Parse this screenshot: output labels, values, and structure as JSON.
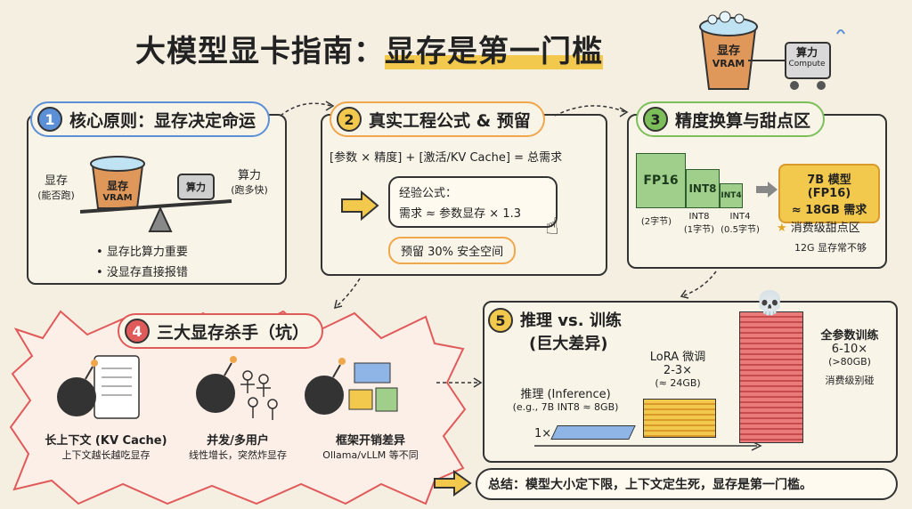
{
  "title": {
    "part1": "大模型显卡指南：",
    "part2": "显存是第一门槛"
  },
  "mascot": {
    "bucket_label": "显存",
    "bucket_sub": "VRAM",
    "box_label": "算力",
    "box_sub": "Compute"
  },
  "sec1": {
    "num": "1",
    "heading": "核心原则：显存决定命运",
    "left_label": "显存",
    "left_sub": "(能否跑)",
    "bucket_label": "显存",
    "bucket_sub": "VRAM",
    "box_label": "算力",
    "right_label": "算力",
    "right_sub": "(跑多快)",
    "bullets": [
      "显存比算力重要",
      "没显存直接报错"
    ]
  },
  "sec2": {
    "num": "2",
    "heading": "真实工程公式 & 预留",
    "formula": "[参数 × 精度] + [激活/KV Cache] = 总需求",
    "rule_title": "经验公式：",
    "rule_body": "需求 ≈ 参数显存 × 1.3",
    "reserve": "预留 30% 安全空间"
  },
  "sec3": {
    "num": "3",
    "heading": "精度换算与甜点区",
    "cubes": [
      {
        "name": "FP16",
        "bytes": "(2字节)"
      },
      {
        "name": "INT8",
        "bytes": "INT8\n(1字节)"
      },
      {
        "name": "INT4",
        "bytes": "INT4\n(0.5字节)"
      }
    ],
    "result_line1": "7B 模型 (FP16)",
    "result_line2": "≈ 18GB 需求",
    "sweet": "消费级甜点区",
    "note": "12G 显存常不够"
  },
  "sec4": {
    "num": "4",
    "heading": "三大显存杀手（坑）",
    "items": [
      {
        "title": "长上下文 (KV Cache)",
        "desc": "上下文越长越吃显存"
      },
      {
        "title": "并发/多用户",
        "desc": "线性增长，突然炸显存"
      },
      {
        "title": "框架开销差异",
        "desc": "Ollama/vLLM 等不同"
      }
    ]
  },
  "sec5": {
    "num": "5",
    "heading": "推理 vs. 训练",
    "sub": "(巨大差异)",
    "infer_title": "推理 (Inference)",
    "infer_sub": "(e.g., 7B INT8 ≈ 8GB)",
    "infer_mult": "1×",
    "lora_title": "LoRA 微调",
    "lora_mult": "2-3×",
    "lora_sub": "(≈ 24GB)",
    "full_title": "全参数训练",
    "full_mult": "6-10×",
    "full_sub": "(>80GB)",
    "full_note": "消费级别碰"
  },
  "summary": "总结：模型大小定下限，上下文定生死，显存是第一门槛。",
  "colors": {
    "blue": "#5b8fd6",
    "orange": "#f0a64a",
    "green": "#7cbf5a",
    "red": "#e05a5a",
    "yellow": "#f2c94c"
  }
}
